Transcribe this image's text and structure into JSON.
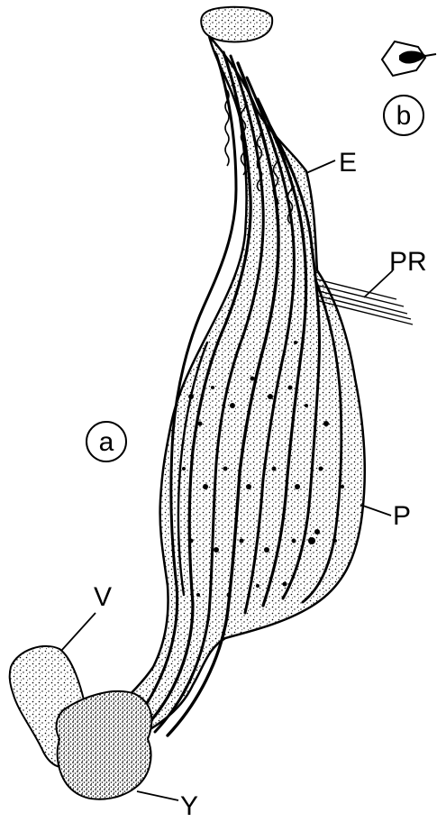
{
  "figure": {
    "panel_a_label": "a",
    "panel_b_label": "b",
    "labels": {
      "E": "E",
      "PR": "PR",
      "P": "P",
      "V": "V",
      "Y": "Y"
    },
    "colors": {
      "ink": "#000000",
      "paper": "#ffffff"
    }
  }
}
